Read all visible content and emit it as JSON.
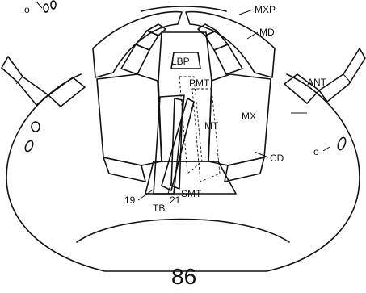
{
  "figure": {
    "number": "86",
    "labels": {
      "mxp": "MXP",
      "md": "MD",
      "lbp": "LBP",
      "ant": "ANT",
      "pmt": "PMT",
      "mt": "MT",
      "mx": "MX",
      "cd": "CD",
      "smt": "SMT",
      "tb": "TB",
      "n19": "19",
      "n21": "21",
      "oc_left": "o",
      "oc_right": "o"
    }
  }
}
